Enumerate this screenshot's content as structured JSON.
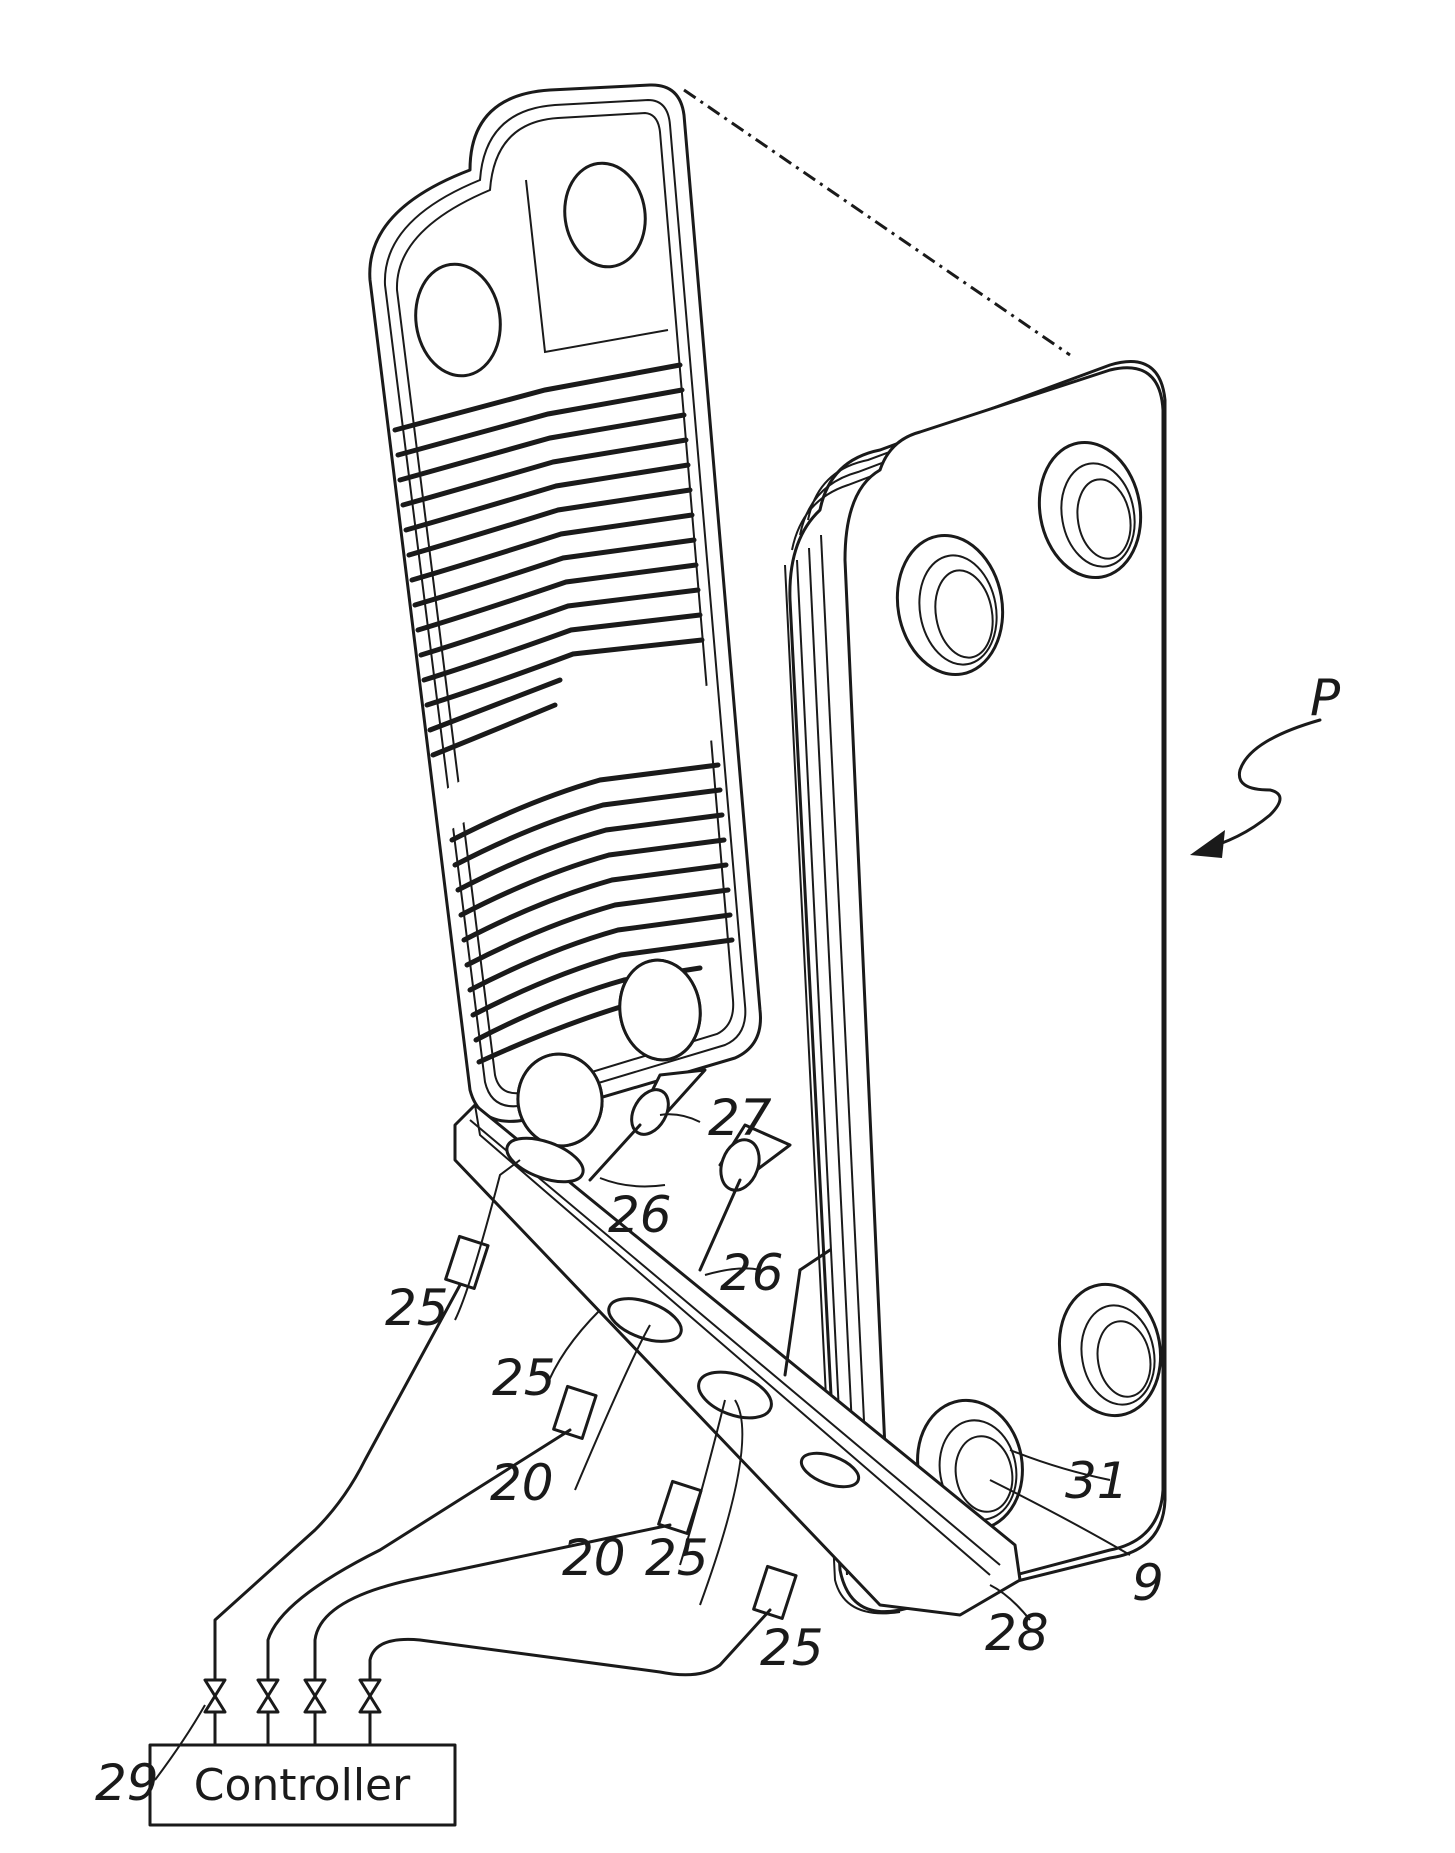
{
  "figure": {
    "reference_labels": {
      "p": "P",
      "r27": "27",
      "r26_upper": "26",
      "r26_lower": "26",
      "r25_a": "25",
      "r25_b": "25",
      "r25_c": "25",
      "r25_d": "25",
      "r20_a": "20",
      "r20_b": "20",
      "r31": "31",
      "r9": "9",
      "r28": "28",
      "r29": "29"
    },
    "controller_label": "Controller"
  }
}
